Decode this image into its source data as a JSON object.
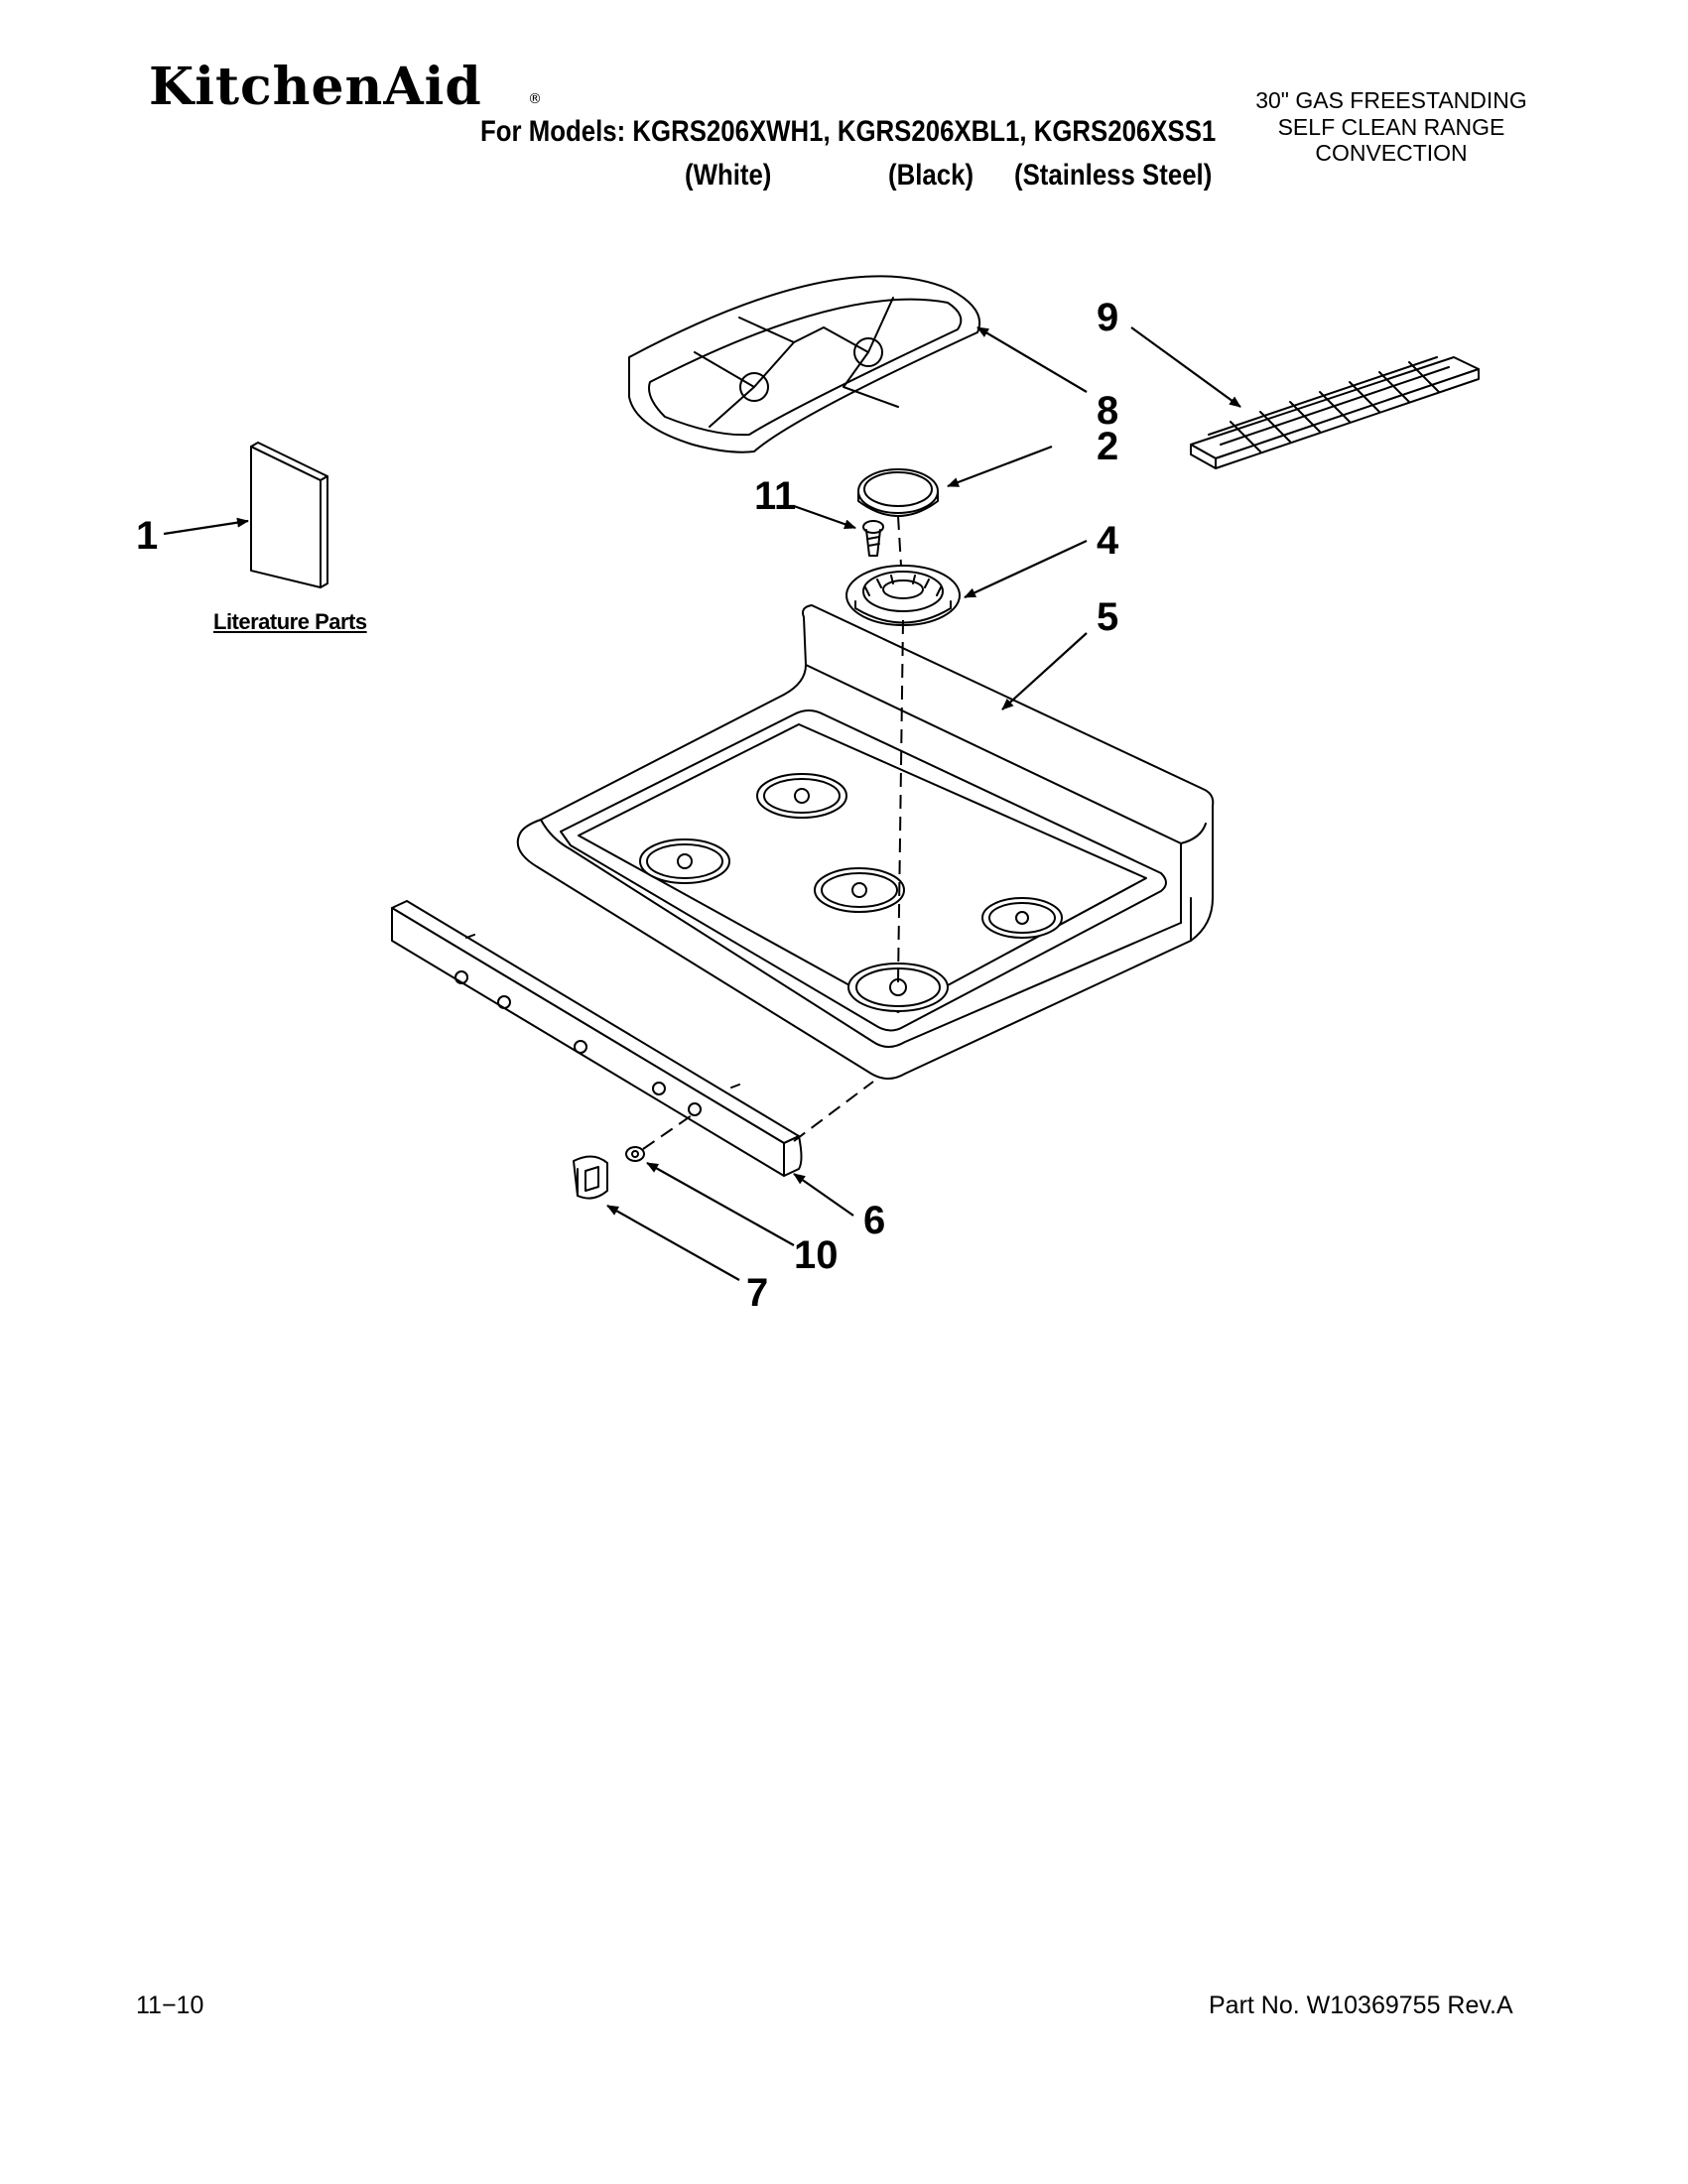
{
  "header": {
    "brand": "KitchenAid",
    "brand_mark": "®",
    "models_line": "For Models: KGRS206XWH1, KGRS206XBL1, KGRS206XSS1",
    "variants": [
      "(White)",
      "(Black)",
      "(Stainless Steel)"
    ],
    "product_lines": [
      "30\" GAS FREESTANDING",
      "SELF CLEAN RANGE",
      "CONVECTION"
    ]
  },
  "diagram": {
    "callouts": [
      "1",
      "2",
      "4",
      "5",
      "6",
      "7",
      "8",
      "9",
      "10",
      "11"
    ],
    "literature_label": "Literature Parts"
  },
  "footer": {
    "date_code": "11−10",
    "part_number": "Part No. W10369755 Rev.A"
  }
}
